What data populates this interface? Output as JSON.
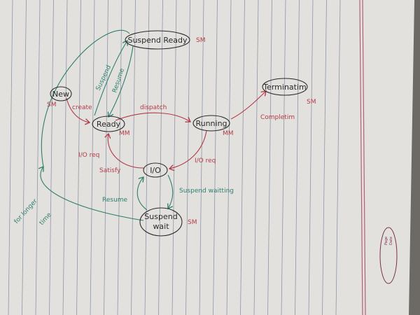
{
  "nodes": {
    "suspend_ready": "Suspend Ready",
    "new": "New",
    "ready": "Ready",
    "running": "Running",
    "termination": "Terminatim",
    "io": "I/O",
    "suspend_wait_line1": "Suspend",
    "suspend_wait_line2": "wait"
  },
  "memory_tags": {
    "suspend_ready": "SM",
    "new": "SM",
    "ready": "MM",
    "running": "MM",
    "termination": "SM",
    "suspend_wait": "SM"
  },
  "edges": {
    "create": "create",
    "dispatch": "dispatch",
    "completion": "Completim",
    "suspend": "Suspend",
    "resume_top": "Resume",
    "io_req_left": "I/O req",
    "satisfy": "Satisfy",
    "io_req_right": "I/O req",
    "suspend_waiting": "Suspend waitting",
    "resume_bottom": "Resume",
    "for_longer_line1": "for longer",
    "for_longer_line2": "time"
  },
  "stamp": {
    "page": "Page",
    "date": "Date"
  },
  "colors": {
    "paper": "#e4e3e0",
    "rule": "#8e96a6",
    "red_ink": "#b23a48",
    "green_ink": "#2e7f6f",
    "black_ink": "#2a2a2a",
    "margin": "#b0607a"
  }
}
